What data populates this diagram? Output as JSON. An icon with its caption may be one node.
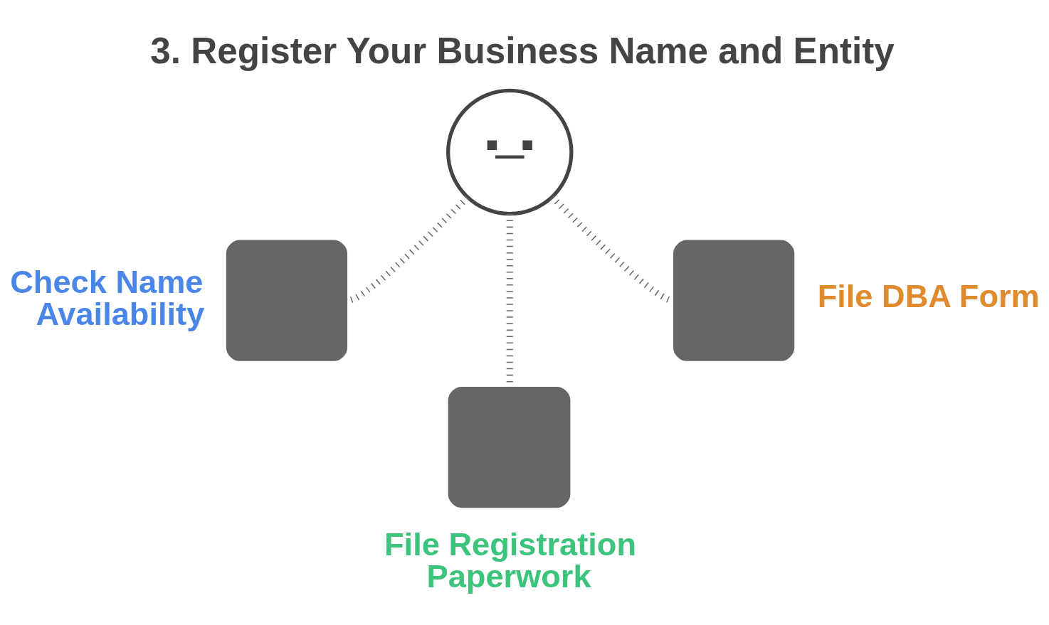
{
  "diagram": {
    "title": "3. Register Your Business Name and Entity",
    "nodes": [
      {
        "text": [],
        "shape": "picture"
      },
      {
        "text": [],
        "shape": "cloud",
        "beside": [
          "Check Name Availability"
        ]
      },
      {
        "text": [],
        "shape": "cloud",
        "beside": [
          "File DBA Form"
        ]
      },
      {
        "text": [],
        "shape": "cloud",
        "beside": [
          "File Registration Paperwork"
        ]
      }
    ],
    "edges": [
      {
        "from": 0,
        "to": 1,
        "arrow": "none",
        "style": "dashed"
      },
      {
        "from": 0,
        "to": 3,
        "arrow": "none",
        "style": "dashed"
      },
      {
        "from": 0,
        "to": 2,
        "arrow": "none",
        "style": "dashed"
      }
    ]
  }
}
